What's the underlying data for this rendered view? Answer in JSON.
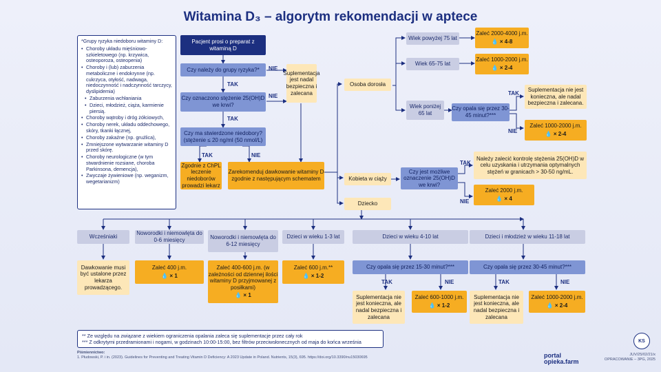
{
  "title": "Witamina D₃ – algorytm rekomendacji w aptece",
  "risk_groups": {
    "heading": "*Grupy ryzyka niedoboru witaminy D:",
    "items": [
      {
        "text": "Choroby układu mięśniowo-szkieletowego (np. krzywica, osteoporoza, osteopenia)",
        "sub": false
      },
      {
        "text": "Choroby i (lub) zaburzenia metaboliczne i endokrynne (np. cukrzyca, otyłość, nadwaga, niedoczynność i nadczynność tarczycy, dyslipidemia)",
        "sub": false
      },
      {
        "text": "Zaburzenia wchłaniania",
        "sub": true
      },
      {
        "text": "Dzieci, młodzież, ciąża, karmienie piersią.",
        "sub": true
      },
      {
        "text": "Choroby wątroby i dróg żółciowych,",
        "sub": false
      },
      {
        "text": "Choroby nerek, układu oddechowego, skóry, tkanki łącznej,",
        "sub": false
      },
      {
        "text": "Choroby zakaźne (np. grużlica),",
        "sub": false
      },
      {
        "text": "Zmniejszone wytwarzanie witaminy D przed skórę.",
        "sub": false
      },
      {
        "text": "Choroby neurologiczne (w tym stwardnienie rozsiane, choroba Parkinsona, demencja),",
        "sub": false
      },
      {
        "text": "Zwyczaje żywieniowe (np. weganizm, wegetarianizm)",
        "sub": false
      }
    ]
  },
  "nodes": {
    "start": "Pacjent prosi o preparat z witaminą D",
    "q_risk": "Czy należy do grupy ryzyka?*",
    "q_level": "Czy oznaczono stężenie 25(OH)D we krwi?",
    "q_deficit": "Czy ma stwierdzone niedobory? (stężenie ≤ 20 ng/ml (50 nmol/L)",
    "chpl": "Zgodnie z ChPL leczenie niedoborów prowadzi lekarz",
    "schedule": "Zarekomenduj dawkowanie witaminy D zgodnie z następującym schematem",
    "supp_advised": "Suplementacja jest nadal bezpieczna i zalecana",
    "adult": "Osoba dorosła",
    "pregnant": "Kobieta w ciąży",
    "child": "Dziecko",
    "age_75": "Wiek powyżej 75 lat",
    "age_65_75": "Wiek 65-75 lat",
    "age_under65": "Wiek poniżej 65 lat",
    "dose_75": "Zaleć 2000-4000 j.m.",
    "dose_75_caps": "💧 × 4-8",
    "dose_65": "Zaleć 1000-2000 j.m.",
    "dose_65_caps": "💧 × 2-4",
    "q_sun_adult": "Czy opala się przez 30-45 minut?***",
    "adult_supp_not_needed": "Suplementacja nie jest konieczna, ale nadal bezpieczna i zalecana.",
    "adult_dose": "Zaleć 1000-2000 j.m.",
    "adult_dose_caps": "💧 × 2-4",
    "q_preg": "Czy jest możliwe oznaczenie 25(OH)D we krwi?",
    "preg_control": "Należy zalecić kontrolę stężenia 25(OH)D w celu uzyskania i utrzymania optymalnych stężeń w granicach > 30-50 ng/mL.",
    "preg_dose": "Zaleć 2000 j.m.",
    "preg_dose_caps": "💧 × 4"
  },
  "child_groups": [
    {
      "label": "Wcześniaki",
      "result": "Dawkowanie musi być ustalone przez lekarza prowadzącego.",
      "caps": ""
    },
    {
      "label": "Noworodki i niemowlęta do 0-6 miesięcy",
      "result": "Zaleć 400 j.m.",
      "caps": "💧 × 1"
    },
    {
      "label": "Noworodki i niemowlęta do 6-12 miesięcy",
      "result": "Zaleć 400-600 j.m. (w zależności od dziennej ilości witaminy D przyjmowanej z posiłkami)",
      "caps": "💧 × 1"
    },
    {
      "label": "Dzieci w wieku 1-3 lat",
      "result": "Zaleć 600 j.m.**",
      "caps": "💧 × 1-2"
    },
    {
      "label": "Dzieci w wieku 4-10 lat",
      "question": "Czy opala się przez 15-30 minut?***",
      "yes": "Suplementacja nie jest konieczna, ale nadal bezpieczna i zalecana",
      "no": "Zaleć 600-1000 j.m.",
      "caps": "💧 × 1-2"
    },
    {
      "label": "Dzieci i młodzież w wieku 11-18 lat",
      "question": "Czy opala się przez 30-45 minut?***",
      "yes": "Suplementacja nie jest konieczna, ale nadal bezpieczna i zalecana",
      "no": "Zaleć 1000-2000 j.m.",
      "caps": "💧 × 2-4"
    }
  ],
  "labels": {
    "yes": "TAK",
    "no": "NIE"
  },
  "footnotes": [
    "** Ze względu na związane z wiekiem ograniczenia opalania zaleca się suplementacje przez cały rok",
    "*** Z odkrytymi przedramionami i nogami, w godzinach 10:00-15:00, bez filtrów przeciwsłonecznych od maja do końca września"
  ],
  "source": {
    "heading": "Piśmiennictwo:",
    "text": "1. Płudowski, P. i in. (2023). Guidelines for Preventing and Treating Vitamin D Deficiency: A 2023 Update in Poland. Nutrients, 15(3), 695. https://doi.org/10.3390/nu15030695"
  },
  "brand": {
    "line1": "portal",
    "line2": "opieka.farm"
  },
  "code": {
    "line1": "JUV/25/02/21/x",
    "line2": "OPRACOWANIE – 3PG, 2025"
  },
  "badge": "KS",
  "colors": {
    "navy": "#1c2f80",
    "blue": "#7f95d4",
    "orange": "#f6ad22",
    "cream": "#fde7b8",
    "grey": "#c9cde3"
  }
}
